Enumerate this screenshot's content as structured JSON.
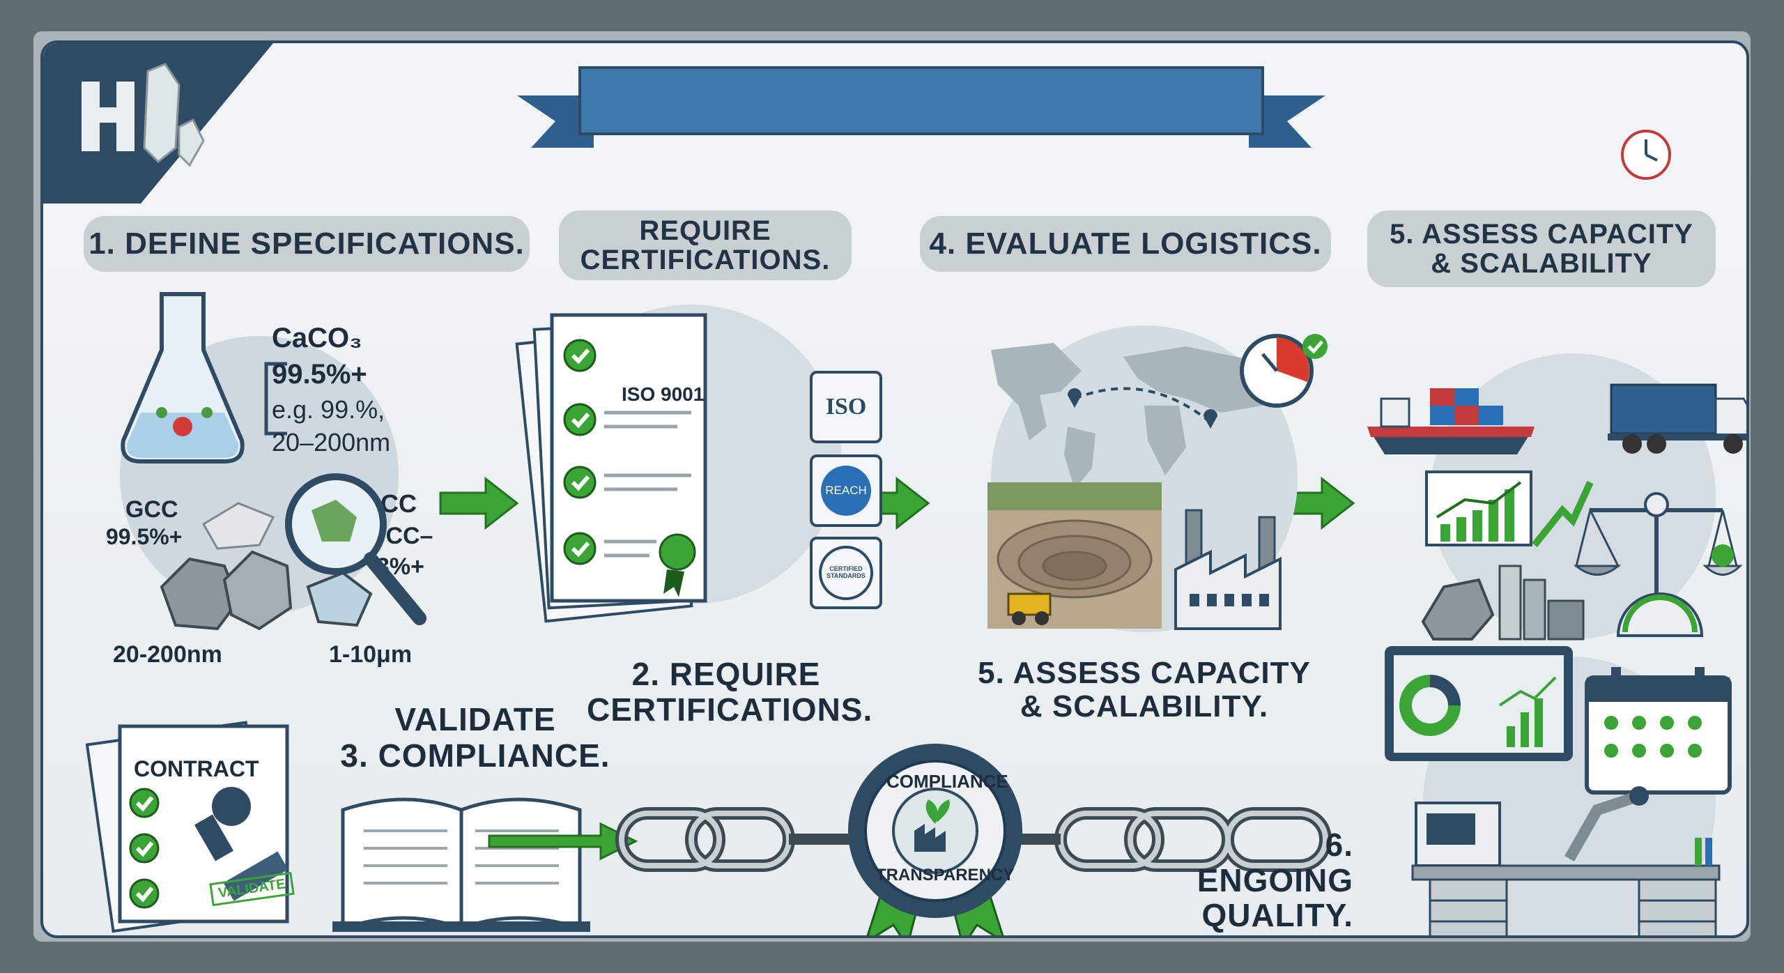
{
  "steps": {
    "define": "1. DEFINE SPECIFICATIONS.",
    "require_top": "REQUIRE CERTIFICATIONS.",
    "evaluate": "4. EVALUATE LOGISTICS.",
    "assess_top": "5. ASSESS CAPACITY & SCALABILITY",
    "require_bottom": "2. REQUIRE CERTIFICATIONS.",
    "assess_bottom": "5. ASSESS CAPACITY & SCALABILITY.",
    "validate_line1": "VALIDATE",
    "validate_line2": "3. COMPLIANCE.",
    "ongoing": "6. ENGOING QUALITY."
  },
  "specs": {
    "formula": "CaCO₃",
    "purity": "99.5%+",
    "example": "e.g. 99.%,",
    "size_range": "20–200nm",
    "gcc_label": "GCC",
    "gcc_purity": "99.5%+",
    "pcc_label": "PCC",
    "pcc_sub1": "GCC–",
    "pcc_sub2": "3%+",
    "size_left": "20-200nm",
    "size_right": "1-10μm"
  },
  "certs": {
    "iso_line": "ISO 9001",
    "iso_badge": "ISO",
    "reach_badge": "REACH",
    "standards_badge": "CERTIFIED STANDARDS"
  },
  "contract": {
    "title": "CONTRACT",
    "stamp": "VALIDATE"
  },
  "seal": {
    "top": "COMPLIANCE",
    "bottom": "TRANSPARENCY"
  },
  "colors": {
    "navy": "#2f4b63",
    "banner": "#3f78aa",
    "green": "#3aa535",
    "pill": "#c9d0d4"
  }
}
